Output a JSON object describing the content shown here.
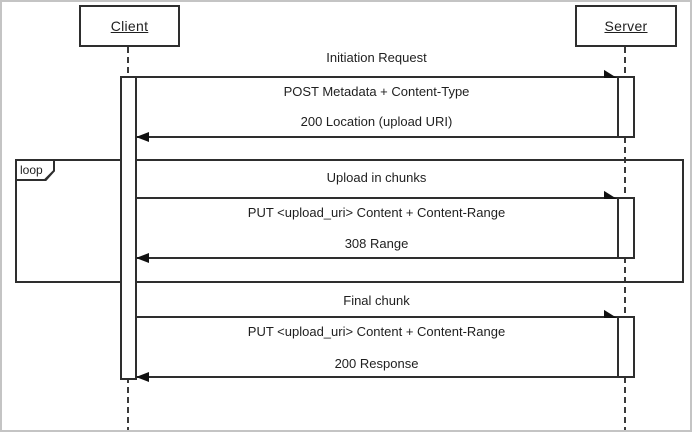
{
  "actors": {
    "client": "Client",
    "server": "Server"
  },
  "loop_fragment": {
    "label": "loop"
  },
  "sections": [
    {
      "title": "Initiation Request",
      "request": "POST Metadata + Content-Type",
      "response": "200 Location (upload URI)"
    },
    {
      "title": "Upload in chunks",
      "request": "PUT <upload_uri> Content + Content-Range",
      "response": "308 Range"
    },
    {
      "title": "Final chunk",
      "request": "PUT <upload_uri> Content + Content-Range",
      "response": "200 Response"
    }
  ],
  "colors": {
    "line": "#2e2e2e",
    "text": "#1f1f1f",
    "outer_border": "#c4c4c4",
    "background": "#ffffff"
  }
}
